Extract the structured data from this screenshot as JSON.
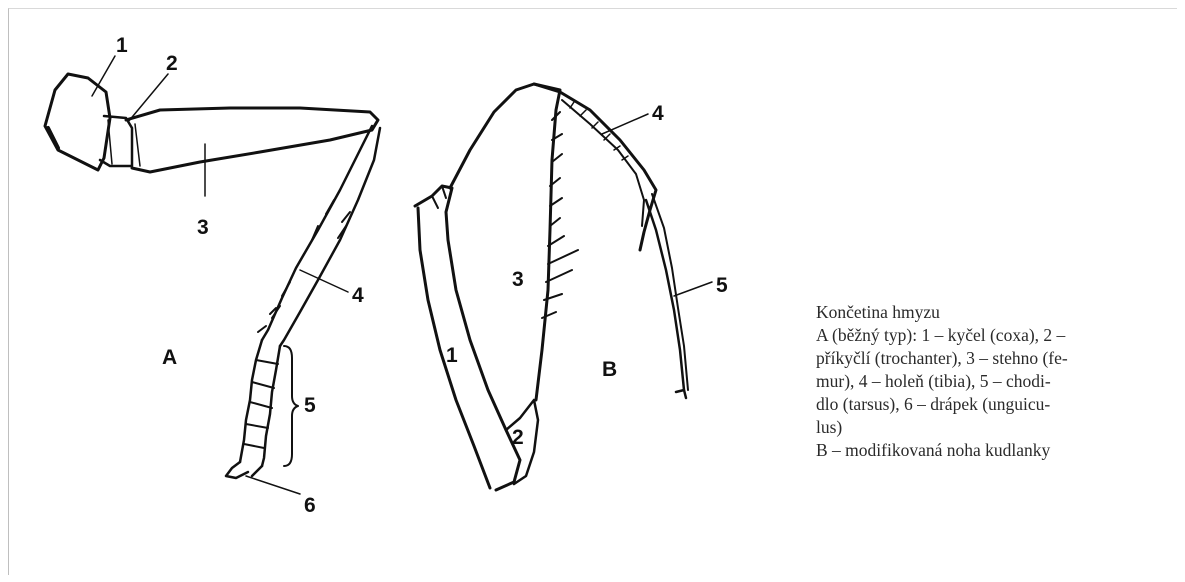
{
  "figure": {
    "labels_A": [
      "1",
      "2",
      "3",
      "4",
      "5",
      "6"
    ],
    "panel_A": "A",
    "labels_B": [
      "3",
      "4",
      "5",
      "1",
      "2"
    ],
    "panel_B": "B"
  },
  "caption": {
    "lines": [
      "Končetina hmyzu",
      "A (běžný typ): 1 – kyčel (coxa), 2 –",
      "příkyčlí (trochanter), 3 – stehno (fe-",
      "mur), 4 – holeň (tibia), 5 – chodi-",
      "dlo (tarsus), 6 – drápek (unguicu-",
      "lus)",
      "B – modifikovaná noha kudlanky"
    ]
  }
}
